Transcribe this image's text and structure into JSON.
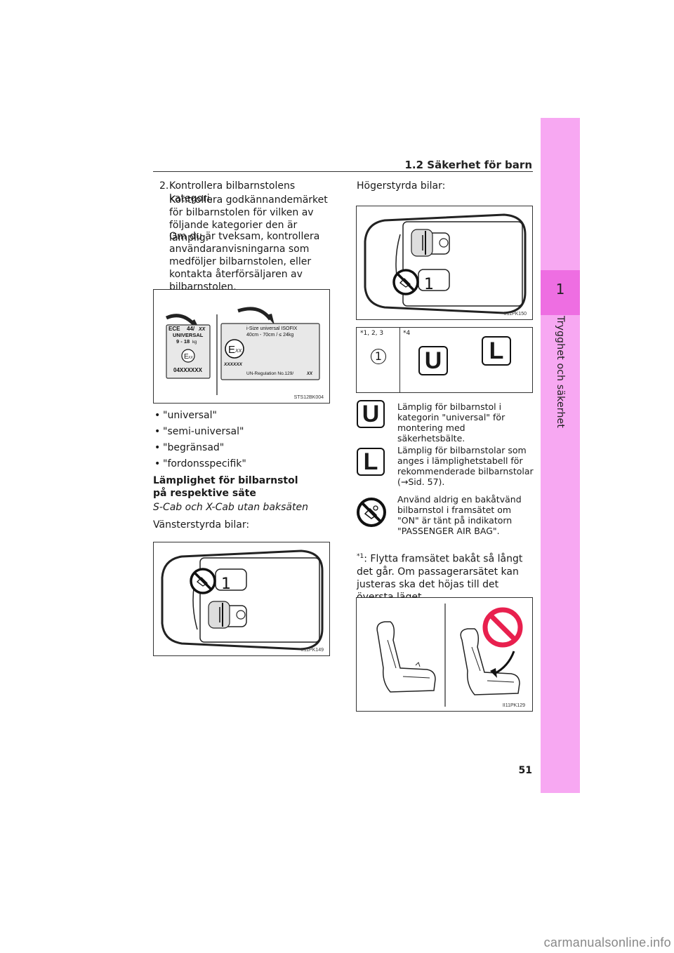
{
  "side_tab": {
    "number": "1",
    "title": "Trygghet och säkerhet"
  },
  "header": {
    "section": "1.2  Säkerhet för barn"
  },
  "left": {
    "step_number": "2.",
    "step_title": "Kontrollera bilbarnstolens kategori.",
    "para1": "Kontrollera godkännandemärket för bilbarnstolen för vilken av följande kategorier den är lämplig.",
    "para2": "Om du är tveksam, kontrollera användaranvisningarna som medföljer bilbarnstolen, eller kontakta återförsäljaren av bilbarnstolen.",
    "bullets": [
      "\"universal\"",
      "\"semi-universal\"",
      "\"begränsad\"",
      "\"fordonsspecifik\""
    ],
    "bullet_char": "•",
    "subheading": "Lämplighet för bilbarnstol på respektive säte",
    "italic_line": "S-Cab och X-Cab utan baksäten",
    "lhd_label": "Vänsterstyrda bilar:"
  },
  "label_fig": {
    "code": "STS12BK004",
    "left_label": {
      "ece": "ECE",
      "regulation": "44/",
      "regulation_xx": "XX",
      "category": "UNIVERSAL",
      "weight": "9 - 18",
      "weight_unit": "kg",
      "mark": "E",
      "mark_sub": "XX",
      "approval": "04XXXXXX"
    },
    "right_label": {
      "line1": "i-Size universal ISOFIX",
      "line2": "40cm - 70cm / ≤ 24kg",
      "mark": "E",
      "mark_sub": "XX",
      "code": "XXXXXX",
      "regulation": "UN-Regulation No.129/",
      "regulation_xx": "XX"
    }
  },
  "lhd_fig": {
    "code": "II11PK149",
    "seat_label": "1"
  },
  "right": {
    "rhd_label": "Högerstyrda bilar:"
  },
  "rhd_fig": {
    "code": "II11PK150",
    "seat_label": "1"
  },
  "table": {
    "col1_header": "*1,  2,  3",
    "col2_header": "*4",
    "col1_value": "1",
    "col2_value_a": "U",
    "col2_value_b": "L"
  },
  "legend": [
    {
      "symbol": "U",
      "text": "Lämplig för bilbarnstol i kategorin \"universal\" för montering med säkerhetsbälte."
    },
    {
      "symbol": "L",
      "text": "Lämplig för bilbarnstolar som anges i lämplighetstabell för rekommenderade bilbarnstolar (→Sid. 57)."
    },
    {
      "symbol": "no-rear-facing-seat-icon",
      "text": "Använd aldrig en bakåtvänd bil­barnstol i framsätet om \"ON\" är tänt på indikatorn \"PASSENGER AIR BAG\"."
    }
  ],
  "footnote": {
    "mark": "*1",
    "text": ": Flytta framsätet bakåt så långt det går. Om passagerarsätet kan justeras ska det höjas till det översta läget."
  },
  "seat_fig": {
    "code": "II11PK129"
  },
  "page_number": "51",
  "watermark": "carmanualsonline.info",
  "colors": {
    "tab_light": "#f7a8f2",
    "tab_dark": "#ee6ee2",
    "prohibit_red": "#e8204e"
  }
}
